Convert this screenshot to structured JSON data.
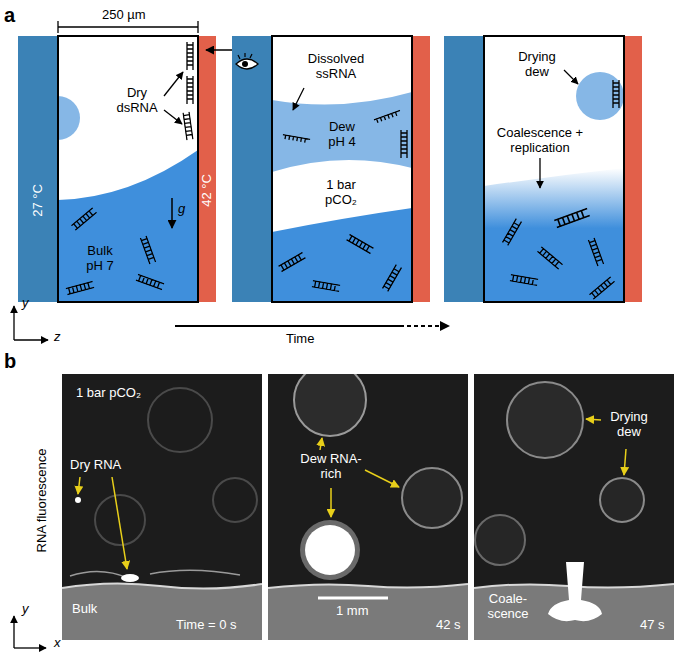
{
  "diagram": {
    "nodes": [
      {
        "text": [
          "27 °C",
          "42 °C",
          "Dry dsRNA",
          "Bulk pH 7"
        ]
      },
      {
        "text": [
          "Dissolved ssRNA",
          "Dew pH 4",
          "1 bar pCO₂"
        ]
      },
      {
        "text": [
          "Drying dew",
          "Coalescence + replication"
        ]
      },
      {
        "text": [
          "1 bar pCO₂",
          "Dry RNA",
          "Bulk",
          "Time = 0 s"
        ]
      },
      {
        "text": [
          "Dew RNA-rich",
          "1 mm",
          "42 s"
        ]
      },
      {
        "text": [
          "Drying dew",
          "Coale- scence",
          "47 s"
        ]
      }
    ],
    "labels": [
      "a",
      "250 µm",
      "g",
      "y",
      "z",
      "Time",
      "b",
      "RNA fluorescence",
      "y",
      "x"
    ]
  }
}
